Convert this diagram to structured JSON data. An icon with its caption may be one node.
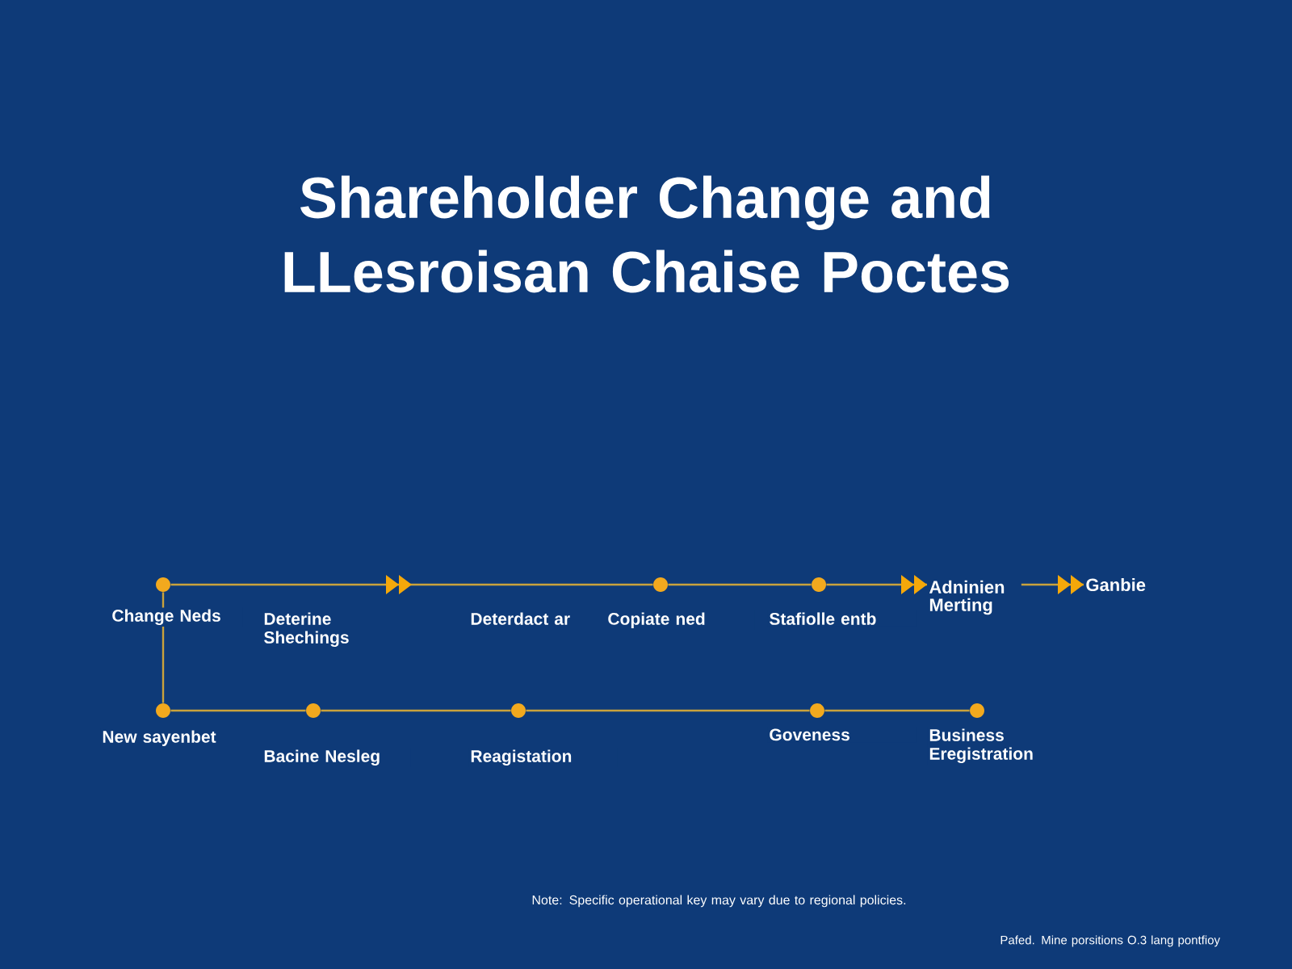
{
  "diagram": {
    "title": "Shareholder Change and LLesroisan Chaise Poctes",
    "nodes": [
      {
        "text": [],
        "shape": "circle",
        "beside": [
          "Change Neds"
        ]
      },
      {
        "text": [],
        "shape": "circle",
        "beside": [
          "Copiate ned"
        ]
      },
      {
        "text": [],
        "shape": "circle",
        "beside": [
          "Stafiolle entb"
        ]
      },
      {
        "text": [
          "Adninien Merting"
        ]
      },
      {
        "text": [
          "Ganbie"
        ]
      },
      {
        "text": [],
        "shape": "circle",
        "beside": [
          "New sayenbet"
        ]
      },
      {
        "text": [],
        "shape": "circle",
        "beside": [
          "Bacine Nesleg"
        ]
      },
      {
        "text": [],
        "shape": "circle",
        "beside": [
          "Reagistation"
        ]
      },
      {
        "text": [],
        "shape": "circle",
        "beside": [
          "Goveness"
        ]
      },
      {
        "text": [],
        "shape": "circle",
        "beside": [
          "Business Eregistration"
        ]
      }
    ],
    "edges": [
      {
        "from": 0,
        "to": 1,
        "arrow": "to"
      },
      {
        "from": 1,
        "to": 2,
        "arrow": "none"
      },
      {
        "from": 2,
        "to": 3,
        "arrow": "to"
      },
      {
        "from": 3,
        "to": 4,
        "arrow": "to"
      },
      {
        "from": 0,
        "to": 5,
        "arrow": "none"
      },
      {
        "from": 5,
        "to": 6,
        "arrow": "none"
      },
      {
        "from": 6,
        "to": 7,
        "arrow": "none"
      },
      {
        "from": 7,
        "to": 8,
        "arrow": "none"
      },
      {
        "from": 8,
        "to": 9,
        "arrow": "none"
      }
    ],
    "labels": [
      "Deterine Shechings",
      "Deterdact ar",
      "Note: Specific operational key may vary due to regional policies.",
      "Pafed. Mine porsitions O.3 lang pontfioy"
    ]
  }
}
